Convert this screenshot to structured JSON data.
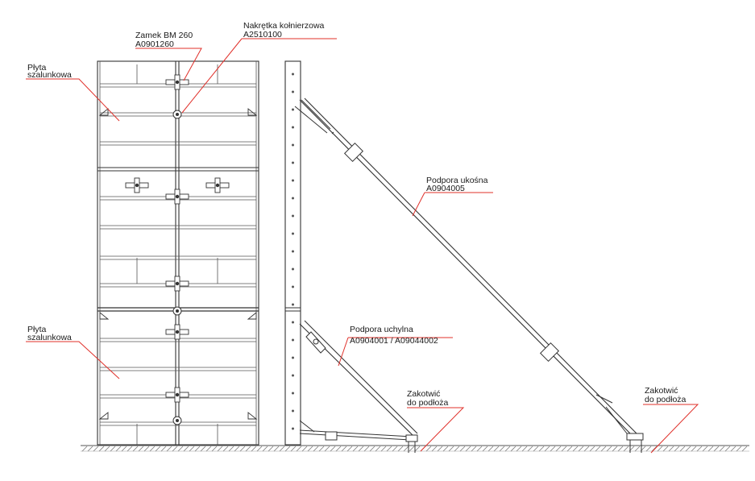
{
  "labels": {
    "zamek": {
      "name": "Zamek BM 260",
      "code": "A0901260"
    },
    "nakretka": {
      "name": "Nakrętka kołnierzowa",
      "code": "A2510100"
    },
    "plyta_top": {
      "line1": "Płyta",
      "line2": "szalunkowa"
    },
    "plyta_bottom": {
      "line1": "Płyta",
      "line2": "szalunkowa"
    },
    "podpora_ukosna": {
      "name": "Podpora ukośna",
      "code": "A0904005"
    },
    "podpora_uchylna": {
      "name": "Podpora uchylna",
      "code": "A0904001 / A09044002"
    },
    "zakotwic_left": {
      "line1": "Zakotwić",
      "line2": "do podłoża"
    },
    "zakotwic_right": {
      "line1": "Zakotwić",
      "line2": "do podłoża"
    }
  },
  "colors": {
    "leader": "#e0302a",
    "drawing": "#333333",
    "ground": "#555555"
  }
}
